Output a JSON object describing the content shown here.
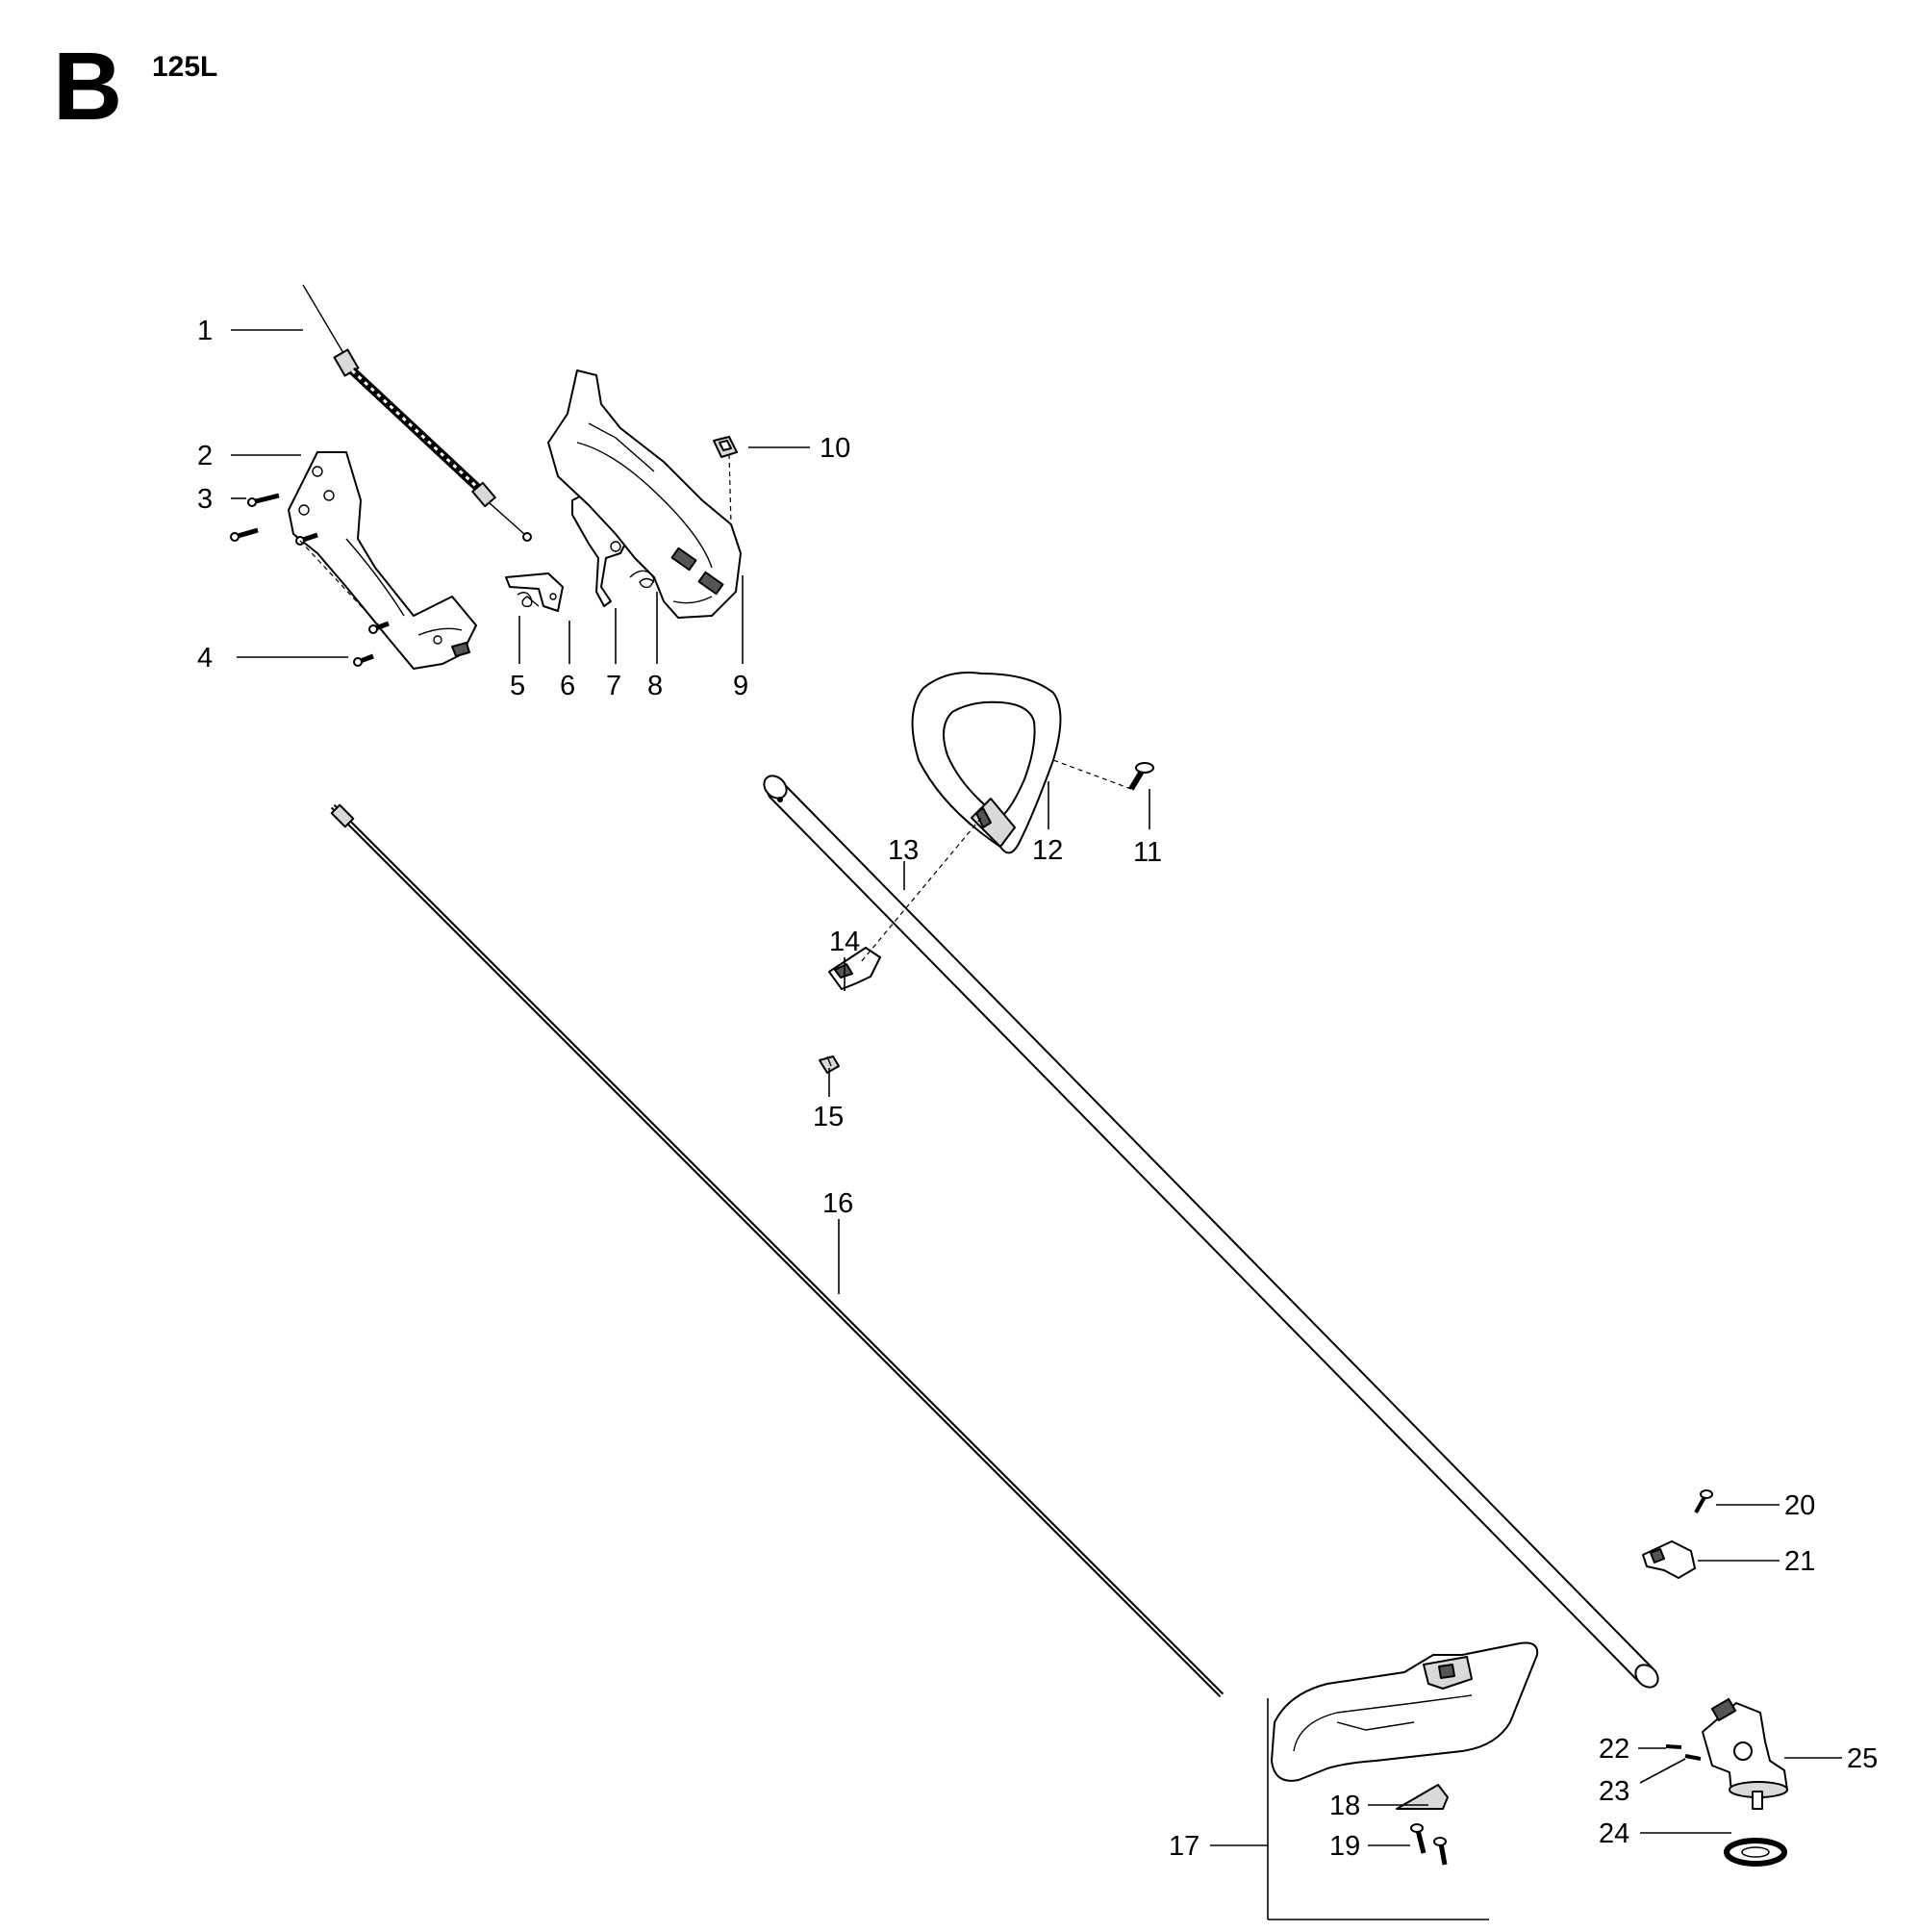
{
  "header": {
    "section_letter": "B",
    "model": "125L"
  },
  "callouts": [
    {
      "id": "1",
      "text": "1"
    },
    {
      "id": "2",
      "text": "2"
    },
    {
      "id": "3",
      "text": "3"
    },
    {
      "id": "4",
      "text": "4"
    },
    {
      "id": "5",
      "text": "5"
    },
    {
      "id": "6",
      "text": "6"
    },
    {
      "id": "7",
      "text": "7"
    },
    {
      "id": "8",
      "text": "8"
    },
    {
      "id": "9",
      "text": "9"
    },
    {
      "id": "10",
      "text": "10"
    },
    {
      "id": "11",
      "text": "11"
    },
    {
      "id": "12",
      "text": "12"
    },
    {
      "id": "13",
      "text": "13"
    },
    {
      "id": "14",
      "text": "14"
    },
    {
      "id": "15",
      "text": "15"
    },
    {
      "id": "16",
      "text": "16"
    },
    {
      "id": "17",
      "text": "17"
    },
    {
      "id": "18",
      "text": "18"
    },
    {
      "id": "19",
      "text": "19"
    },
    {
      "id": "20",
      "text": "20"
    },
    {
      "id": "21",
      "text": "21"
    },
    {
      "id": "22",
      "text": "22"
    },
    {
      "id": "23",
      "text": "23"
    },
    {
      "id": "24",
      "text": "24"
    },
    {
      "id": "25",
      "text": "25"
    }
  ]
}
